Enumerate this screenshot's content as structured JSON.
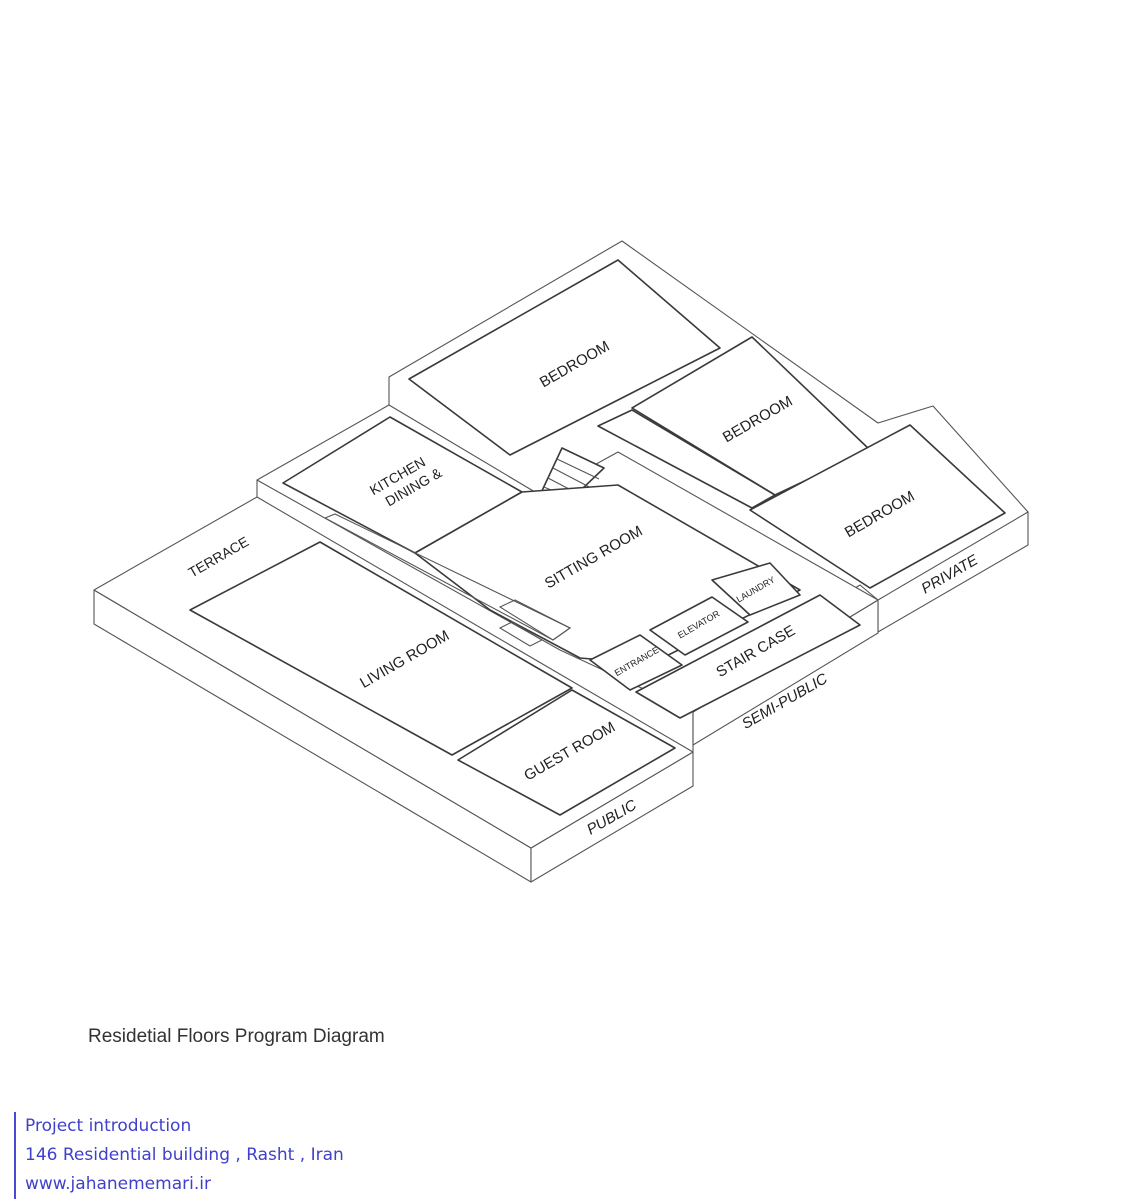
{
  "diagram": {
    "rooms": {
      "bedroom_top": "BEDROOM",
      "bedroom_middle": "BEDROOM",
      "bedroom_right": "BEDROOM",
      "kitchen_line1": "KITCHEN",
      "kitchen_line2": "DINING &",
      "sitting_room": "SITTING ROOM",
      "terrace": "TERRACE",
      "living_room": "LIVING ROOM",
      "guest_room": "GUEST ROOM",
      "entrance": "ENTRANCE",
      "elevator": "ELEVATOR",
      "laundry": "LAUNDRY",
      "stair_case": "STAIR CASE"
    },
    "zones": {
      "public": "PUBLIC",
      "semi_public": "SEMI-PUBLIC",
      "private": "PRIVATE"
    }
  },
  "caption": "Residetial Floors Program Diagram",
  "credits": {
    "line1": "Project introduction",
    "line2": "146 Residential building , Rasht , Iran",
    "line3": "www.jahanememari.ir"
  }
}
